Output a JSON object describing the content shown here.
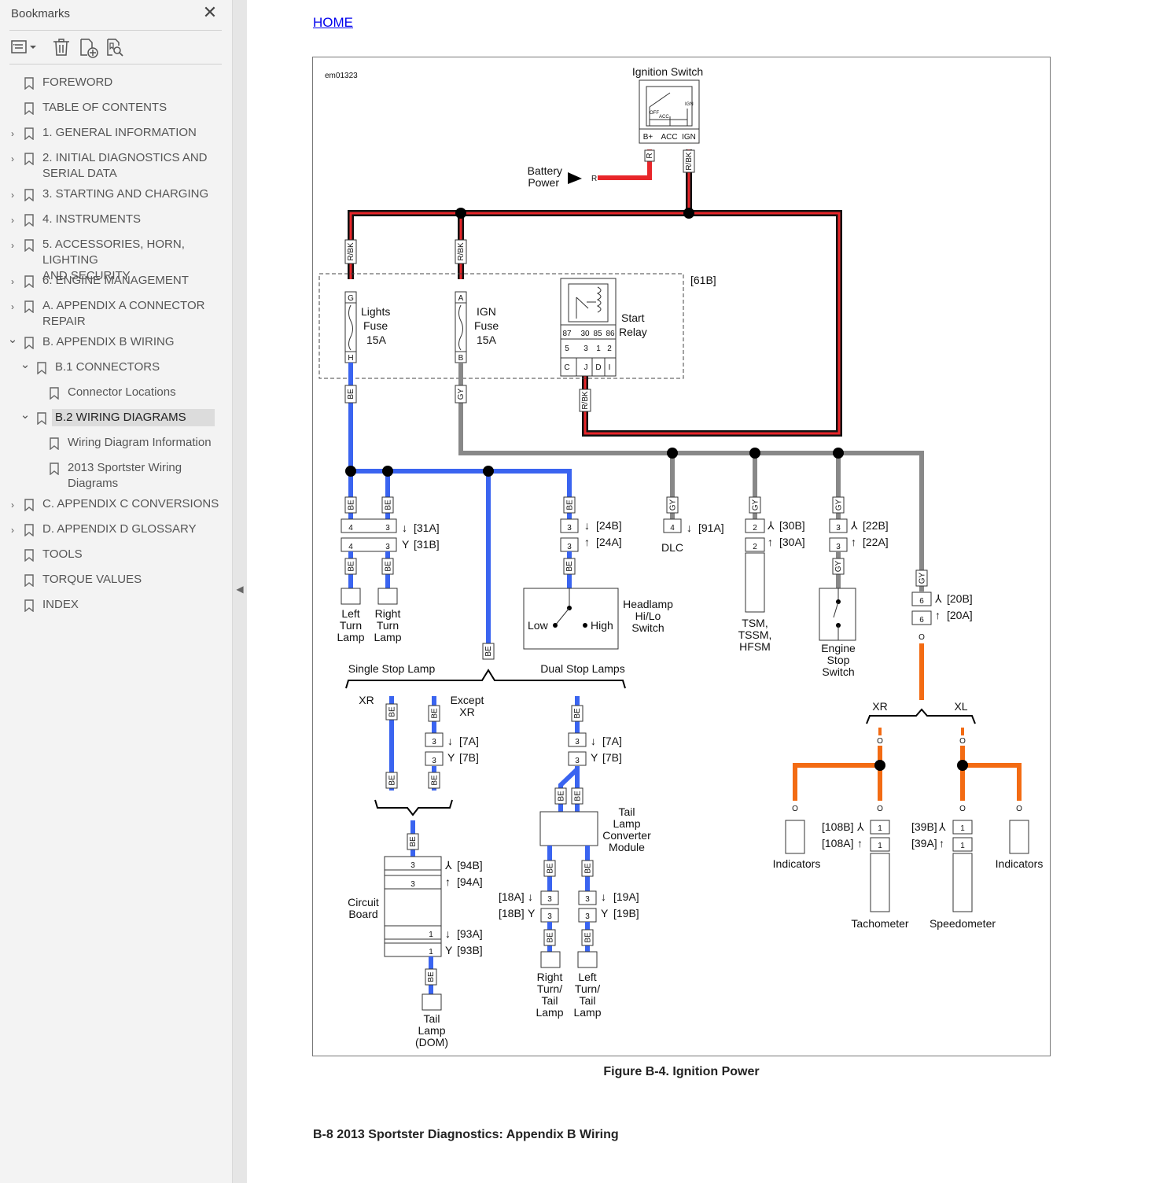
{
  "sidebar": {
    "title": "Bookmarks",
    "items": [
      {
        "label": "FOREWORD"
      },
      {
        "label": "TABLE OF CONTENTS"
      },
      {
        "label": "1. GENERAL INFORMATION"
      },
      {
        "label": "2. INITIAL DIAGNOSTICS AND\nSERIAL DATA"
      },
      {
        "label": "3. STARTING AND CHARGING"
      },
      {
        "label": "4. INSTRUMENTS"
      },
      {
        "label": "5. ACCESSORIES, HORN, LIGHTING\nAND SECURITY"
      },
      {
        "label": "6. ENGINE MANAGEMENT"
      },
      {
        "label": "A. APPENDIX A CONNECTOR\nREPAIR"
      },
      {
        "label": "B. APPENDIX B WIRING"
      },
      {
        "label": "B.1 CONNECTORS"
      },
      {
        "label": "Connector Locations"
      },
      {
        "label": "B.2 WIRING DIAGRAMS"
      },
      {
        "label": "Wiring Diagram Information"
      },
      {
        "label": "2013 Sportster Wiring\nDiagrams"
      },
      {
        "label": "C. APPENDIX C CONVERSIONS"
      },
      {
        "label": "D. APPENDIX D GLOSSARY"
      },
      {
        "label": "TOOLS"
      },
      {
        "label": "TORQUE VALUES"
      },
      {
        "label": "INDEX"
      }
    ]
  },
  "page": {
    "home_link": "HOME",
    "figure_caption": "Figure B-4. Ignition Power",
    "footer": "B-8  2013 Sportster Diagnostics:  Appendix B Wiring"
  },
  "diagram": {
    "id": "em01323",
    "ignition_switch": "Ignition Switch",
    "ign_pins": [
      "B+",
      "ACC",
      "IGN"
    ],
    "ign_inner": [
      "OFF",
      "ACC",
      "IGN"
    ],
    "battery_power": [
      "Battery",
      "Power"
    ],
    "fuse_block": "[61B]",
    "lights_fuse": [
      "Lights",
      "Fuse",
      "15A"
    ],
    "ign_fuse": [
      "IGN",
      "Fuse",
      "15A"
    ],
    "start_relay": [
      "Start",
      "Relay"
    ],
    "relay_pins": [
      "87",
      "30",
      "85",
      "86"
    ],
    "relay_row2": [
      "5",
      "3",
      "1",
      "2"
    ],
    "relay_row3": [
      "C",
      "J",
      "D",
      "I"
    ],
    "fuse_terms": [
      "G",
      "H",
      "A",
      "B"
    ],
    "wire_colors": [
      "R",
      "R/BK",
      "BE",
      "GY",
      "O"
    ],
    "conn": [
      "[31A]",
      "[31B]",
      "[24B]",
      "[24A]",
      "[91A]",
      "[30B]",
      "[30A]",
      "[22B]",
      "[22A]",
      "[20B]",
      "[20A]",
      "[7A]",
      "[7B]",
      "[94B]",
      "[94A]",
      "[93A]",
      "[93B]",
      "[18A]",
      "[18B]",
      "[19A]",
      "[19B]",
      "[108B]",
      "[108A]",
      "[39B]",
      "[39A]"
    ],
    "pin_nums": [
      "1",
      "2",
      "3",
      "4",
      "6"
    ],
    "labels": {
      "left_turn": [
        "Left",
        "Turn",
        "Lamp"
      ],
      "right_turn": [
        "Right",
        "Turn",
        "Lamp"
      ],
      "headlamp": [
        "Headlamp",
        "Hi/Lo",
        "Switch"
      ],
      "low": "Low",
      "high": "High",
      "dlc": "DLC",
      "tsm": [
        "TSM,",
        "TSSM,",
        "HFSM"
      ],
      "engine_stop": [
        "Engine",
        "Stop",
        "Switch"
      ],
      "single_stop": "Single Stop Lamp",
      "dual_stop": "Dual Stop Lamps",
      "xr": "XR",
      "xl": "XL",
      "except_xr": [
        "Except",
        "XR"
      ],
      "circuit_board": [
        "Circuit",
        "Board"
      ],
      "tail_lamp_dom": [
        "Tail",
        "Lamp",
        "(DOM)"
      ],
      "converter": [
        "Tail",
        "Lamp",
        "Converter",
        "Module"
      ],
      "right_turn_tail": [
        "Right",
        "Turn/",
        "Tail",
        "Lamp"
      ],
      "left_turn_tail": [
        "Left",
        "Turn/",
        "Tail",
        "Lamp"
      ],
      "indicators": "Indicators",
      "tachometer": "Tachometer",
      "speedometer": "Speedometer"
    }
  },
  "colors": {
    "red": "#e8262a",
    "black": "#111111",
    "blue": "#3a64f0",
    "gray": "#888888",
    "orange": "#f36b13"
  }
}
